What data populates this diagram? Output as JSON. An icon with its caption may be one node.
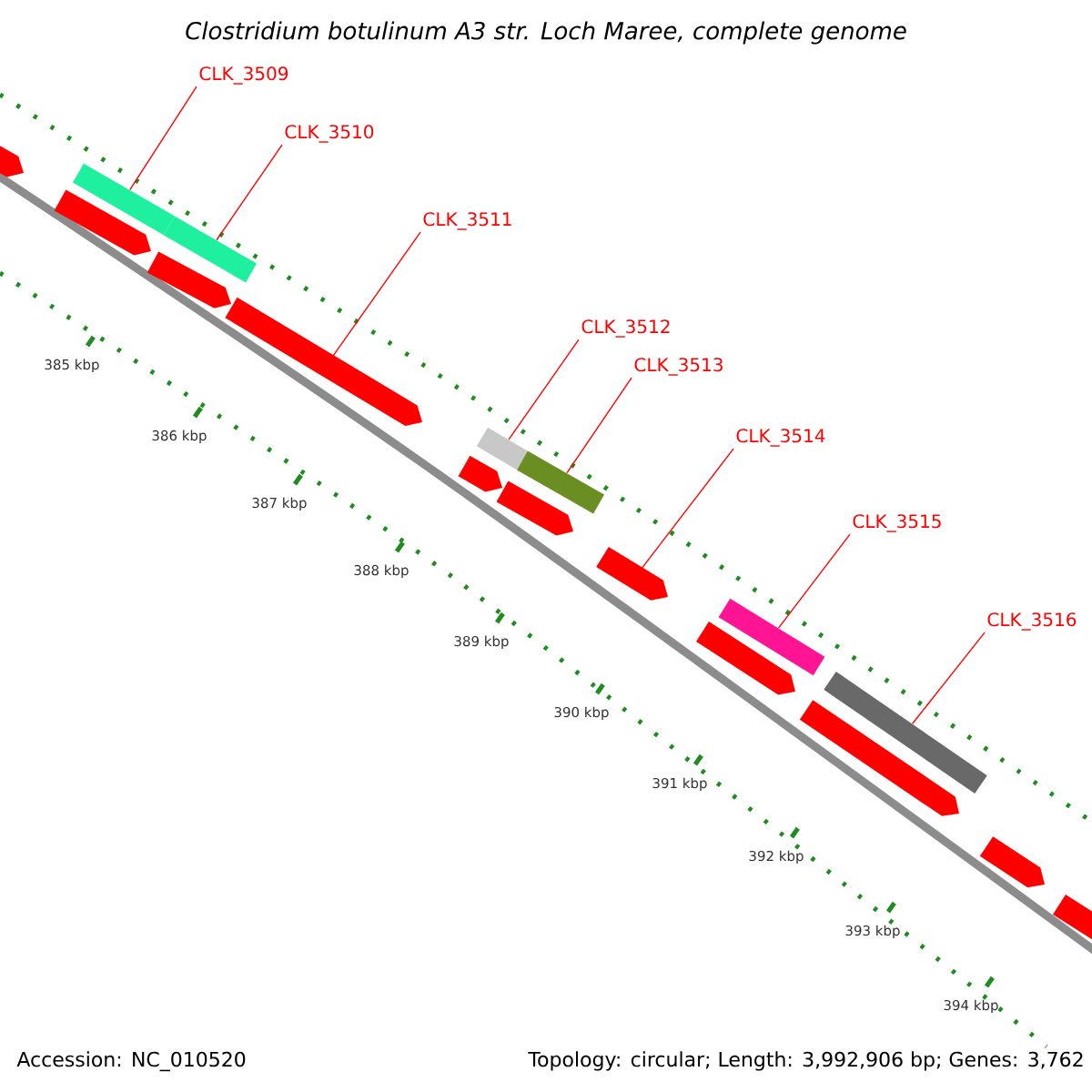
{
  "diagram": {
    "title": "*Clostridium botulinum A3 str. Loch Maree, complete genome*",
    "nodes": [
      {
        "text": [
          "CLK_3509"
        ]
      },
      {
        "text": [
          "CLK_3510"
        ]
      },
      {
        "text": [
          "CLK_3511"
        ]
      },
      {
        "text": [
          "CLK_3512"
        ]
      },
      {
        "text": [
          "CLK_3513"
        ]
      },
      {
        "text": [
          "CLK_3514"
        ]
      },
      {
        "text": [
          "CLK_3515"
        ]
      },
      {
        "text": [
          "CLK_3516"
        ]
      },
      {
        "text": [],
        "shape": "bar"
      },
      {
        "text": [],
        "shape": "bar"
      },
      {
        "text": [],
        "shape": "bar"
      },
      {
        "text": [],
        "shape": "bar"
      },
      {
        "text": [],
        "shape": "bar"
      },
      {
        "text": [],
        "shape": "bar"
      },
      {
        "text": [],
        "shape": "bar"
      },
      {
        "text": [],
        "shape": "bar"
      },
      {
        "text": [],
        "shape": "bar"
      },
      {
        "text": [],
        "shape": "bar"
      },
      {
        "text": [],
        "shape": "bar"
      },
      {
        "text": [],
        "shape": "bar"
      },
      {
        "text": [],
        "shape": "bar"
      },
      {
        "text": [],
        "shape": "bar"
      },
      {
        "text": [],
        "shape": "bar"
      },
      {
        "text": [],
        "shape": "bar"
      },
      {
        "text": [],
        "shape": "bar"
      }
    ],
    "edges": [
      {
        "from": 0,
        "to": 10,
        "arrow": "none"
      },
      {
        "from": 1,
        "to": 12,
        "arrow": "none"
      },
      {
        "from": 2,
        "to": 13,
        "arrow": "none"
      },
      {
        "from": 3,
        "to": 15,
        "arrow": "none"
      },
      {
        "from": 4,
        "to": 17,
        "arrow": "none"
      },
      {
        "from": 5,
        "to": 18,
        "arrow": "none"
      },
      {
        "from": 6,
        "to": 20,
        "arrow": "none"
      },
      {
        "from": 7,
        "to": 22,
        "arrow": "none"
      }
    ],
    "labels": [
      "385 kbp",
      "386 kbp",
      "387 kbp",
      "388 kbp",
      "389 kbp",
      "390 kbp",
      "391 kbp",
      "392 kbp",
      "393 kbp",
      "394 kbp",
      "Accession: NC_010520",
      "Topology: circular; Length: 3,992,906 bp; Genes: 3,762"
    ]
  }
}
